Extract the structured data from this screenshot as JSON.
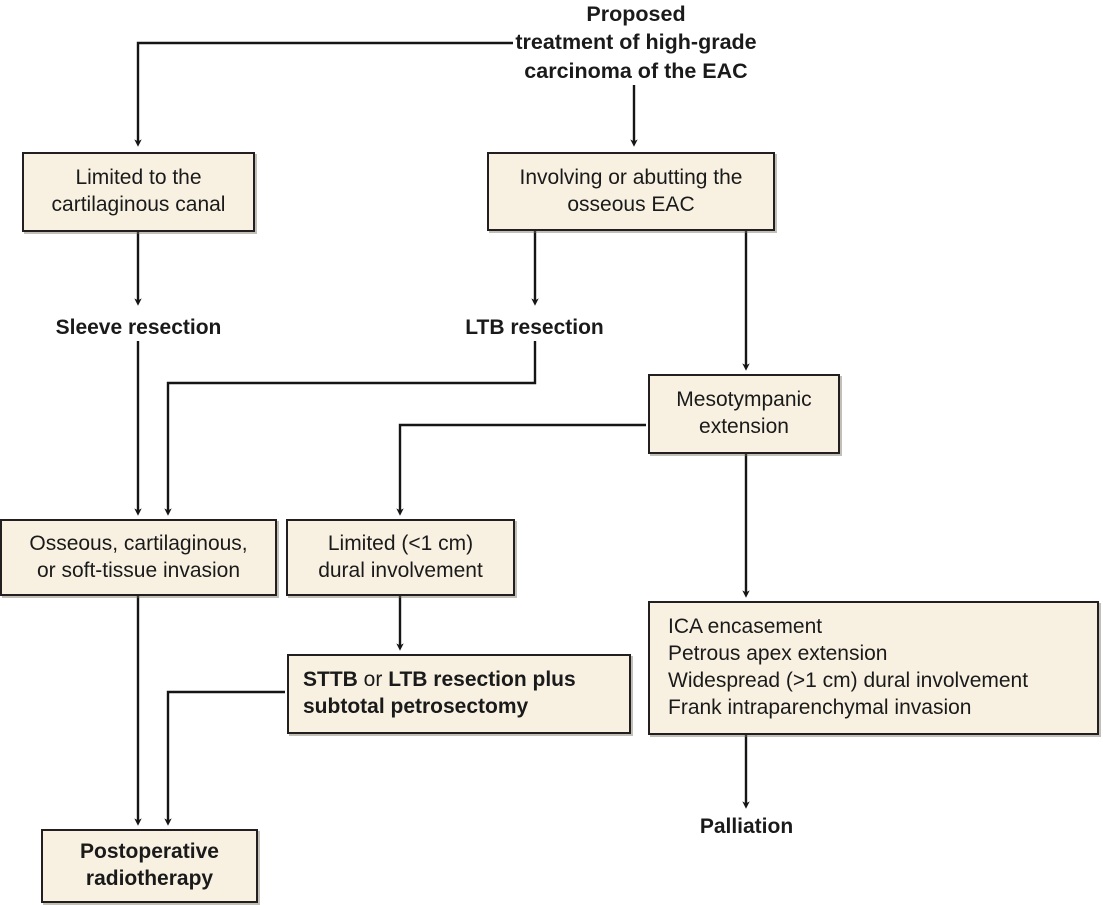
{
  "diagram": {
    "title_lines": [
      "Proposed",
      "treatment of high-grade",
      "carcinoma of the EAC"
    ],
    "accent_fill": "#f8f1e2",
    "stroke_color": "#231f20",
    "background": "#ffffff"
  },
  "nodes": {
    "limited_cartilaginous": {
      "line1": "Limited to the",
      "line2": "cartilaginous canal"
    },
    "involving_osseous": {
      "line1": "Involving or abutting the",
      "line2": "osseous EAC"
    },
    "sleeve_resection": {
      "label": "Sleeve resection"
    },
    "ltb_resection": {
      "label": "LTB resection"
    },
    "mesotympanic": {
      "line1": "Mesotympanic",
      "line2": "extension"
    },
    "osseous_invasion": {
      "line1": "Osseous, cartilaginous,",
      "line2": "or soft-tissue invasion"
    },
    "limited_dural": {
      "line1": "Limited (<1 cm)",
      "line2": "dural involvement"
    },
    "sttb_petrosectomy": {
      "seg1": "STTB",
      "seg2": "or",
      "seg3": "LTB resection plus",
      "line2": "subtotal petrosectomy"
    },
    "ica_group": {
      "line1": "ICA encasement",
      "line2": "Petrous apex extension",
      "line3": "Widespread (>1 cm) dural involvement",
      "line4": "Frank intraparenchymal invasion"
    },
    "palliation": {
      "label": "Palliation"
    },
    "postoperative_radiotherapy": {
      "line1": "Postoperative",
      "line2": "radiotherapy"
    }
  }
}
